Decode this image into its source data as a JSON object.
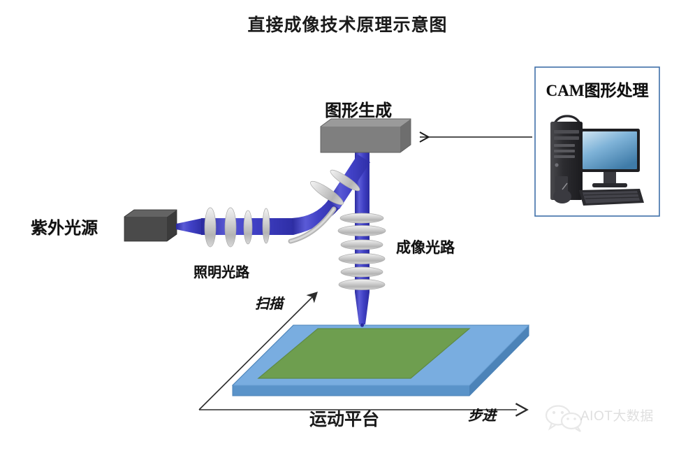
{
  "title": "直接成像技术原理示意图",
  "labels": {
    "uv_source": "紫外光源",
    "illumination_path": "照明光路",
    "pattern_generation": "图形生成",
    "imaging_path": "成像光路",
    "motion_platform": "运动平台",
    "scan_axis": "扫描",
    "step_axis": "步进"
  },
  "cam_panel": {
    "title": "CAM图形处理",
    "icons": {
      "tower": "computer-tower-icon",
      "monitor": "monitor-icon",
      "keyboard": "keyboard-icon",
      "mouse": "mouse-icon"
    }
  },
  "watermark": {
    "text": "AIOT大数据",
    "icon": "wechat-icon"
  },
  "colors": {
    "beam": "#3f3fc2",
    "beam_light": "#6a6ad8",
    "platform_top": "#79ade0",
    "platform_side": "#5a93c9",
    "resist_green": "#6e9e4f",
    "resist_green_dark": "#5f8a44",
    "box_gray_front": "#7f7f7f",
    "box_gray_top": "#9a9a9a",
    "source_dark": "#4a4a4a",
    "source_dark_top": "#636363",
    "lens_gray": "#c9c9c9",
    "cam_border": "#3f6fa8",
    "arrow": "#1a1a1a",
    "axis_line": "#333333"
  }
}
